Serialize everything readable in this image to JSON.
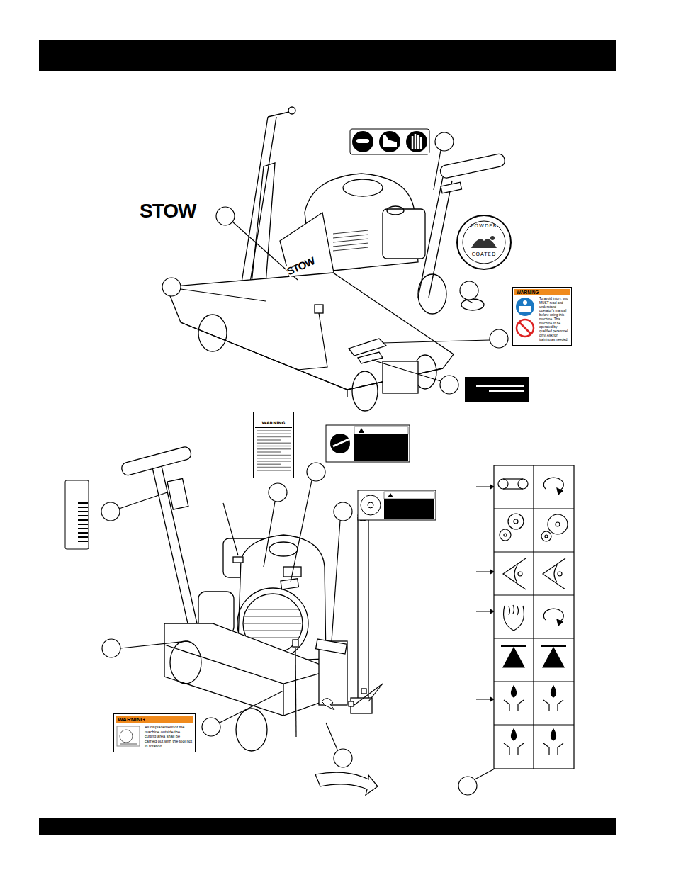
{
  "diagram": {
    "nodes": [
      {
        "text": [
          "WARNING",
          "To avoid injury, you MUST read and understand operator's manual before using this machine. This machine to be operated by qualified personnel only. Ask for training as needed."
        ]
      },
      {
        "text": [
          "WARNING",
          "All displacement of the machine outside the cutting area shall be carried out with the tool not in rotation"
        ]
      },
      {
        "text": [
          "POWDER",
          "COATED"
        ]
      },
      {
        "text": [
          "WARNING"
        ]
      }
    ],
    "labels": [
      "STOW",
      "STOW"
    ]
  }
}
